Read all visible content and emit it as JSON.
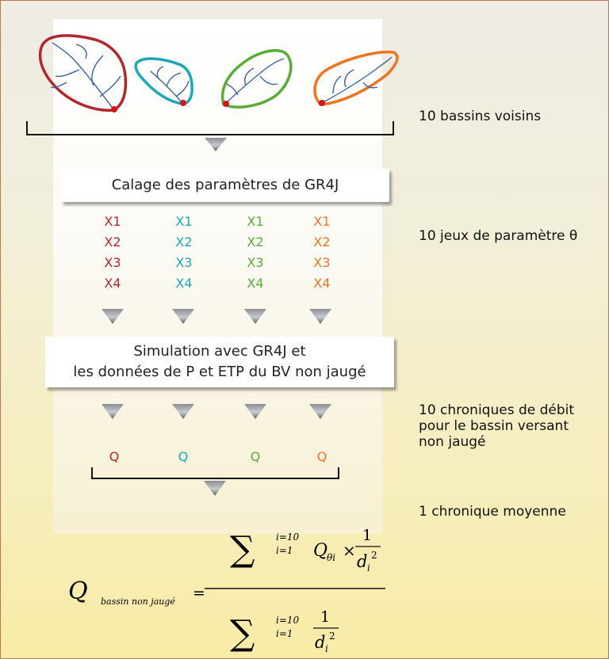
{
  "box1_label": "Calage des paramètres de GR4J",
  "box2_line1": "Simulation avec GR4J et",
  "box2_line2": "les données de P et ETP du BV non jaugé",
  "params": [
    "X1",
    "X2",
    "X3",
    "X4"
  ],
  "q_label": "Q",
  "colors": [
    "#b2272e",
    "#1ea7bb",
    "#5aab38",
    "#ee7426"
  ],
  "right_labels": {
    "r1": "10 bassins voisins",
    "r2": "10 jeux de paramètre θ",
    "r3_line1": "10 chroniques de débit",
    "r3_line2": "pour le bassin versant",
    "r3_line3": "non jaugé",
    "r4": "1 chronique moyenne"
  },
  "formula": {
    "lhs_var": "Q",
    "lhs_sub": "bassin non jaugé",
    "equals": "=",
    "sum": "∑",
    "upper": "i=10",
    "lower": "i=1",
    "q_theta": "Q",
    "theta_sub": "θi",
    "times": "×",
    "one": "1",
    "d": "d",
    "d_sub": "i",
    "d_sup": "2"
  }
}
